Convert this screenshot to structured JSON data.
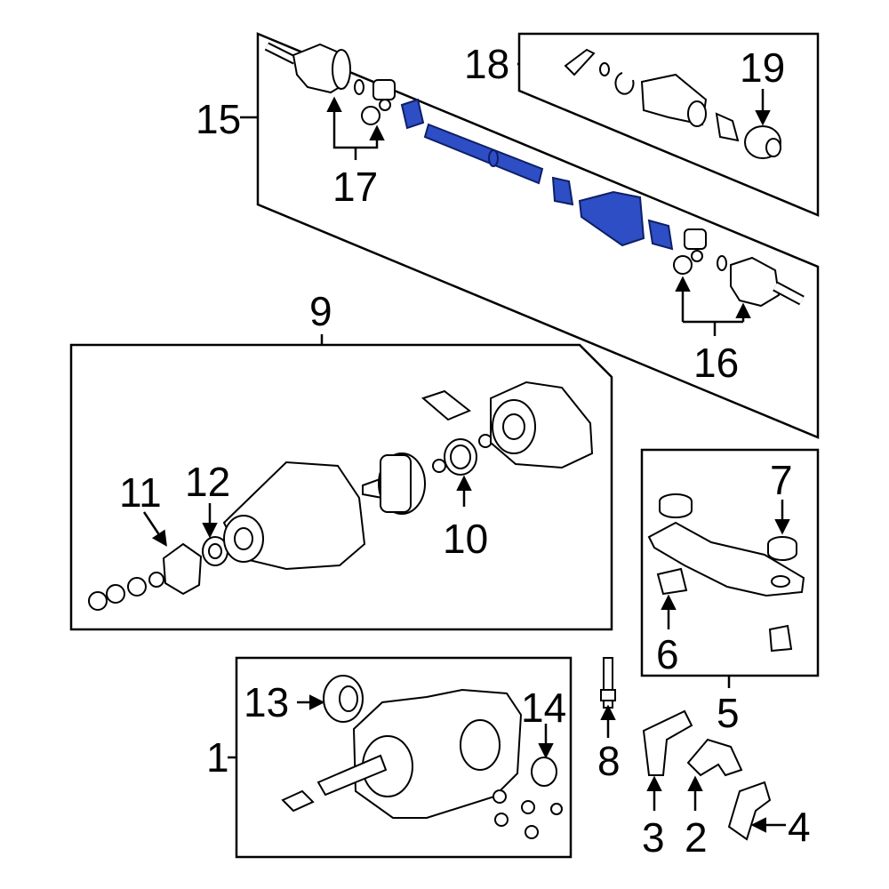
{
  "callouts": {
    "c1": "1",
    "c2": "2",
    "c3": "3",
    "c4": "4",
    "c5": "5",
    "c6": "6",
    "c7": "7",
    "c8": "8",
    "c9": "9",
    "c10": "10",
    "c11": "11",
    "c12": "12",
    "c13": "13",
    "c14": "14",
    "c15": "15",
    "c16": "16",
    "c17": "17",
    "c18": "18",
    "c19": "19"
  },
  "colors": {
    "highlight": "#2d4ec4",
    "outline": "#000000"
  },
  "highlighted_parts": [
    "shaft",
    "inner-boot",
    "outer-boot",
    "boot-clamps"
  ]
}
